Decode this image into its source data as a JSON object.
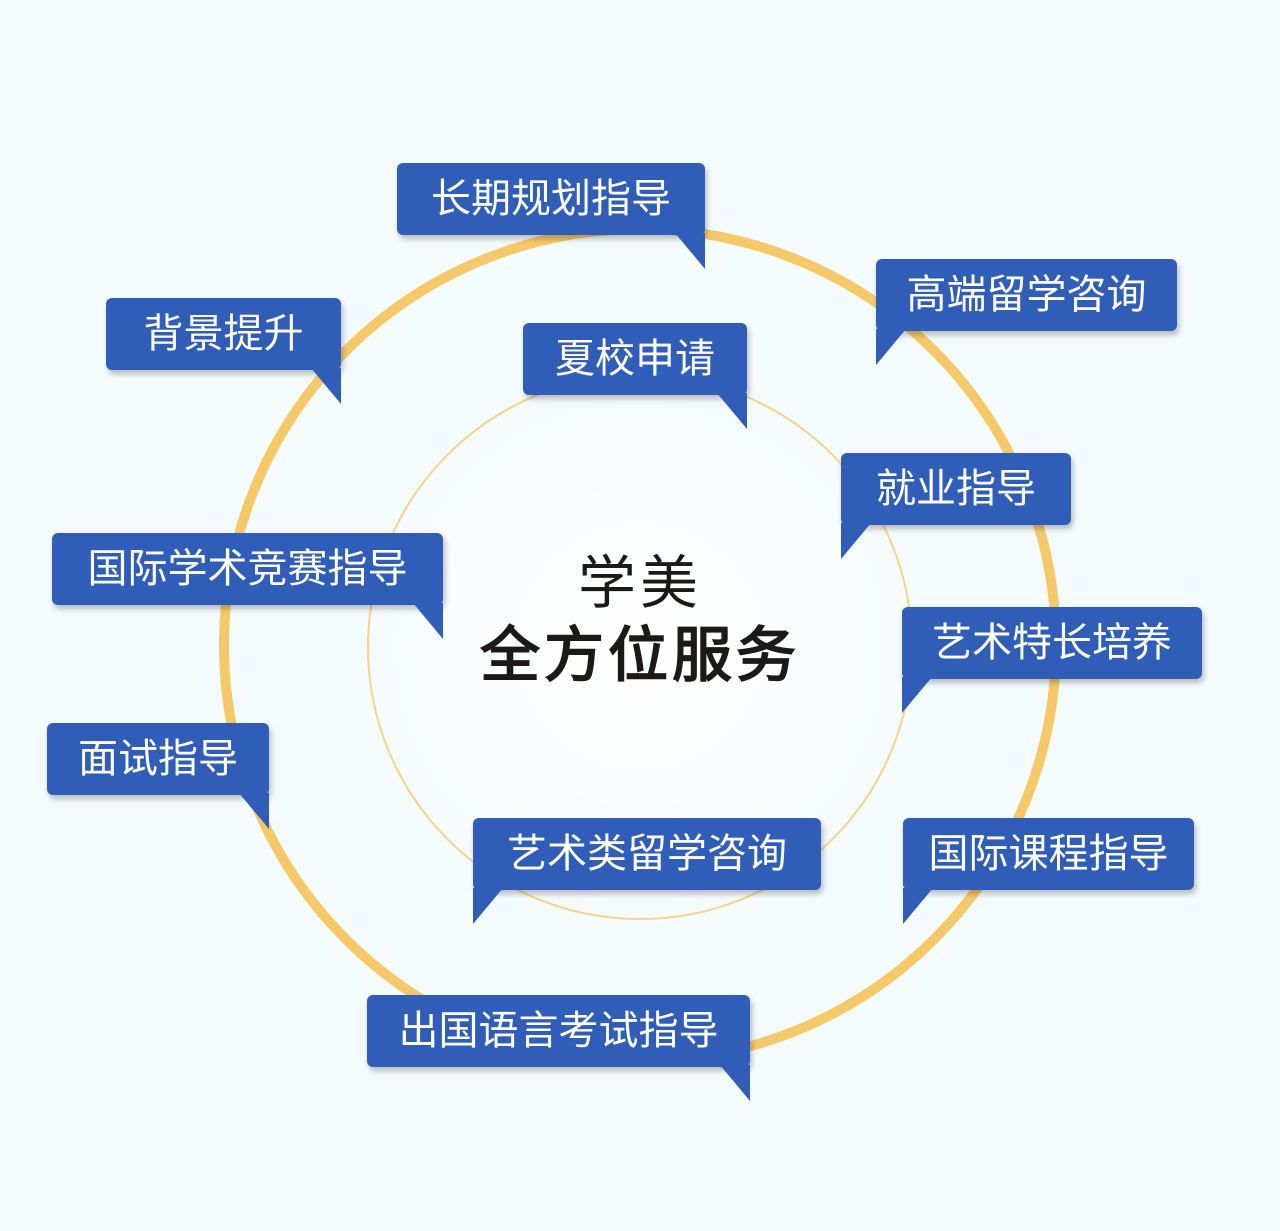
{
  "center": {
    "line1": "学美",
    "line2": "全方位服务"
  },
  "bubbles": [
    {
      "id": "long-term-planning",
      "label": "长期规划指导",
      "tail": "right"
    },
    {
      "id": "high-end-consulting",
      "label": "高端留学咨询",
      "tail": "left"
    },
    {
      "id": "background-improvement",
      "label": "背景提升",
      "tail": "right"
    },
    {
      "id": "summer-school",
      "label": "夏校申请",
      "tail": "right"
    },
    {
      "id": "career-guidance",
      "label": "就业指导",
      "tail": "left"
    },
    {
      "id": "academic-competition",
      "label": "国际学术竞赛指导",
      "tail": "right"
    },
    {
      "id": "art-talent",
      "label": "艺术特长培养",
      "tail": "left"
    },
    {
      "id": "interview-guidance",
      "label": "面试指导",
      "tail": "right"
    },
    {
      "id": "art-study-abroad",
      "label": "艺术类留学咨询",
      "tail": "left"
    },
    {
      "id": "international-curriculum",
      "label": "国际课程指导",
      "tail": "left"
    },
    {
      "id": "language-exam",
      "label": "出国语言考试指导",
      "tail": "right"
    }
  ],
  "colors": {
    "bubble": "#2f5db8",
    "ring": "#f5c96a",
    "background": "#f4fbfd",
    "center_text": "#1c1a18"
  }
}
